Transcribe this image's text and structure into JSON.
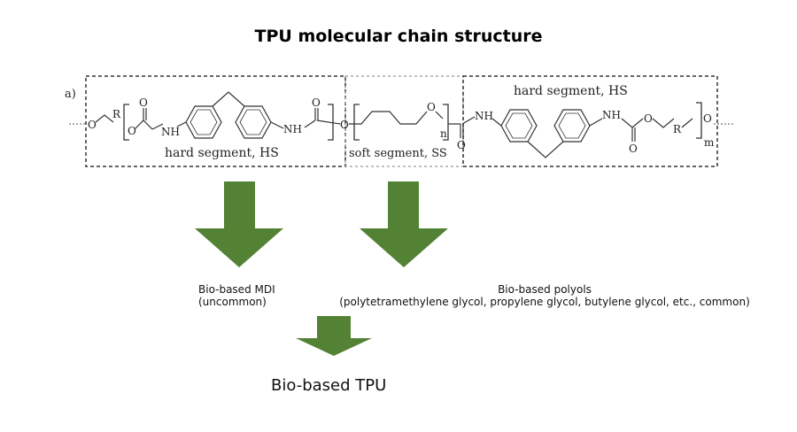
{
  "title": "TPU molecular chain structure",
  "structure": {
    "panel_label": "a)",
    "segments": {
      "hard_left": "hard segment, HS",
      "soft": "soft segment, SS",
      "hard_right": "hard segment, HS"
    },
    "atoms": {
      "o": "O",
      "r": "R",
      "nh": "NH",
      "n_sub": "n",
      "m_sub": "m"
    },
    "colors": {
      "arrow": "#548235",
      "box_border": "#333333"
    }
  },
  "sources": {
    "mdi_line1": "Bio-based MDI",
    "mdi_line2": "(uncommon)",
    "polyol_line1": "Bio-based polyols",
    "polyol_line2": "(polytetramethylene glycol, propylene glycol, butylene glycol, etc., common)"
  },
  "result": "Bio-based TPU"
}
